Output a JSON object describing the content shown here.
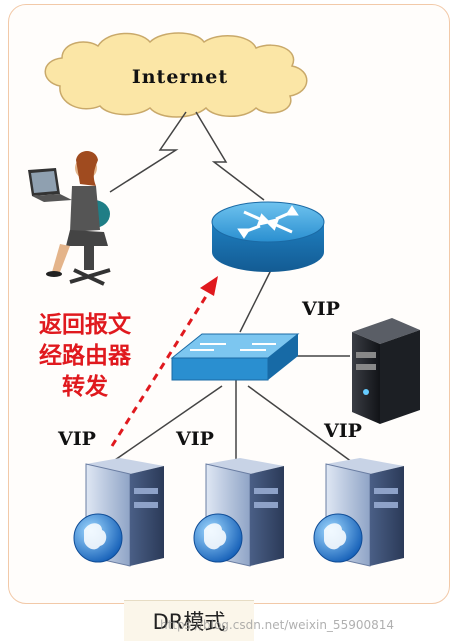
{
  "cloud": {
    "label": "Internet"
  },
  "labels": {
    "vip_server": "VIP",
    "vip_real_1": "VIP",
    "vip_real_2": "VIP",
    "vip_real_3": "VIP"
  },
  "annotation": [
    "返回报文",
    "经路由器",
    "转发"
  ],
  "caption": "DR模式",
  "watermark": "https://blog.csdn.net/weixin_55900814",
  "colors": {
    "annotation": "#e0191e",
    "router": "#2a8fd0",
    "switch": "#3aa0dc",
    "cloud": "#fbe6a6",
    "server": "#8fa4c6"
  }
}
